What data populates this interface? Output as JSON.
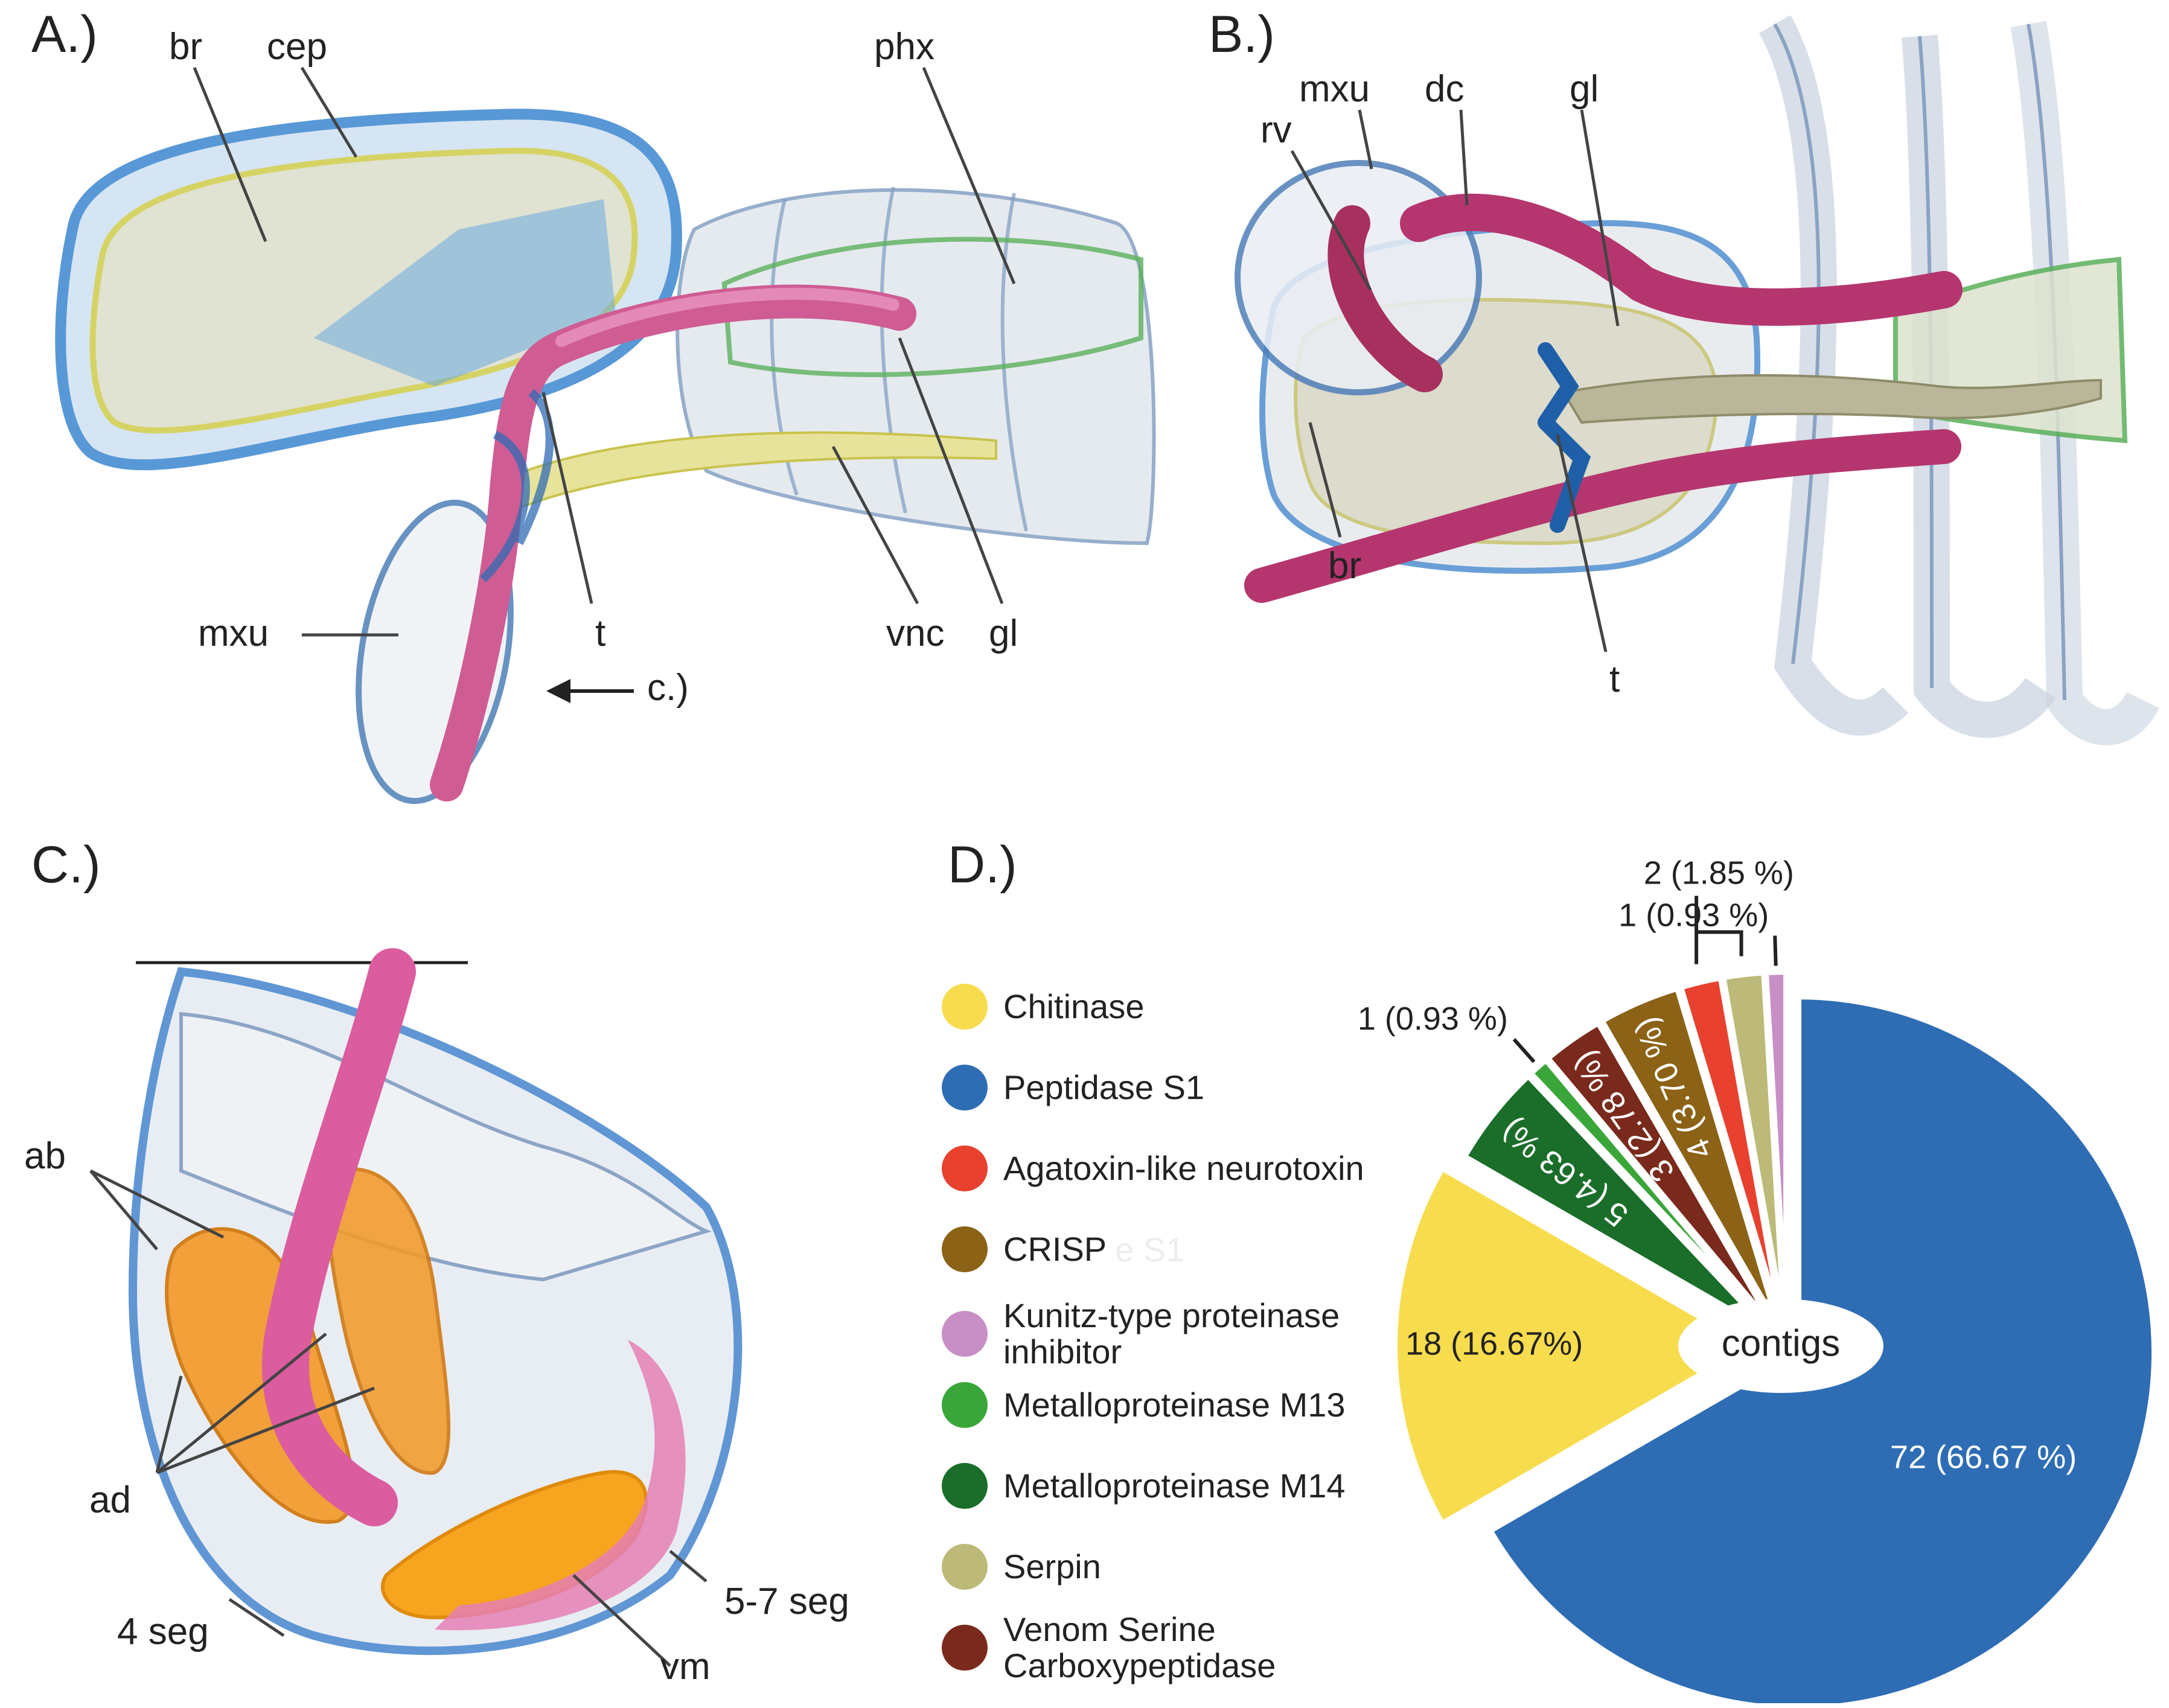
{
  "panels": {
    "a": {
      "label": "A.)",
      "annotations": {
        "br": "br",
        "cep": "cep",
        "phx": "phx",
        "mxu": "mxu",
        "t": "t",
        "vnc": "vnc",
        "gl": "gl",
        "arrow_label": "c.)"
      }
    },
    "b": {
      "label": "B.)",
      "annotations": {
        "mxu": "mxu",
        "dc": "dc",
        "gl": "gl",
        "rv": "rv",
        "br": "br",
        "t": "t"
      }
    },
    "c": {
      "label": "C.)",
      "annotations": {
        "ab": "ab",
        "ad": "ad",
        "seg4": "4 seg",
        "seg57": "5-7 seg",
        "vm": "vm"
      }
    },
    "d": {
      "label": "D.)",
      "legend": [
        {
          "label": "Chitinase",
          "color": "#f7dc4e"
        },
        {
          "label": "Peptidase S1",
          "color": "#2e6db4"
        },
        {
          "label": "Agatoxin-like neurotoxin",
          "color": "#e8412f"
        },
        {
          "label": "CRISP",
          "color": "#8b6216"
        },
        {
          "label": "Kunitz-type proteinase inhibitor",
          "color": "#c88fc6"
        },
        {
          "label": "Metalloproteinase M13",
          "color": "#3aa63a"
        },
        {
          "label": "Metalloproteinase M14",
          "color": "#1a6e2a"
        },
        {
          "label": "Serpin",
          "color": "#bdb978"
        },
        {
          "label": "Venom Serine Carboxypeptidase",
          "color": "#7a2a1c"
        }
      ],
      "legend_ghost": "e S1",
      "center_label": "contigs"
    }
  },
  "chart_data": {
    "type": "pie",
    "title": "",
    "center_label": "contigs",
    "slices": [
      {
        "name": "Peptidase S1",
        "value": 72,
        "label": "72 (66.67 %)",
        "color": "#2e6db4"
      },
      {
        "name": "Chitinase",
        "value": 18,
        "label": "18 (16.67%)",
        "color": "#f7dc4e"
      },
      {
        "name": "Metalloproteinase M14",
        "value": 5,
        "label": "5 (4.63 %)",
        "color": "#1a6e2a"
      },
      {
        "name": "Metalloproteinase M13",
        "value": 1,
        "label": "1 (0.93 %)",
        "color": "#3aa63a"
      },
      {
        "name": "Venom Serine Carboxypeptidase",
        "value": 3,
        "label": "3 (2.78 %)",
        "color": "#7a2a1c"
      },
      {
        "name": "CRISP",
        "value": 4,
        "label": "4 (3.70 %)",
        "color": "#8b6216"
      },
      {
        "name": "Agatoxin-like neurotoxin",
        "value": 2,
        "label": "",
        "color": "#e8412f"
      },
      {
        "name": "Serpin",
        "value": 2,
        "label": "",
        "color": "#bdb978"
      },
      {
        "name": "Kunitz-type proteinase inhibitor",
        "value": 1,
        "label": "1 (0.93 %)",
        "color": "#c88fc6"
      }
    ],
    "bracket_label": "2 (1.85 %)",
    "legend_position": "left"
  }
}
